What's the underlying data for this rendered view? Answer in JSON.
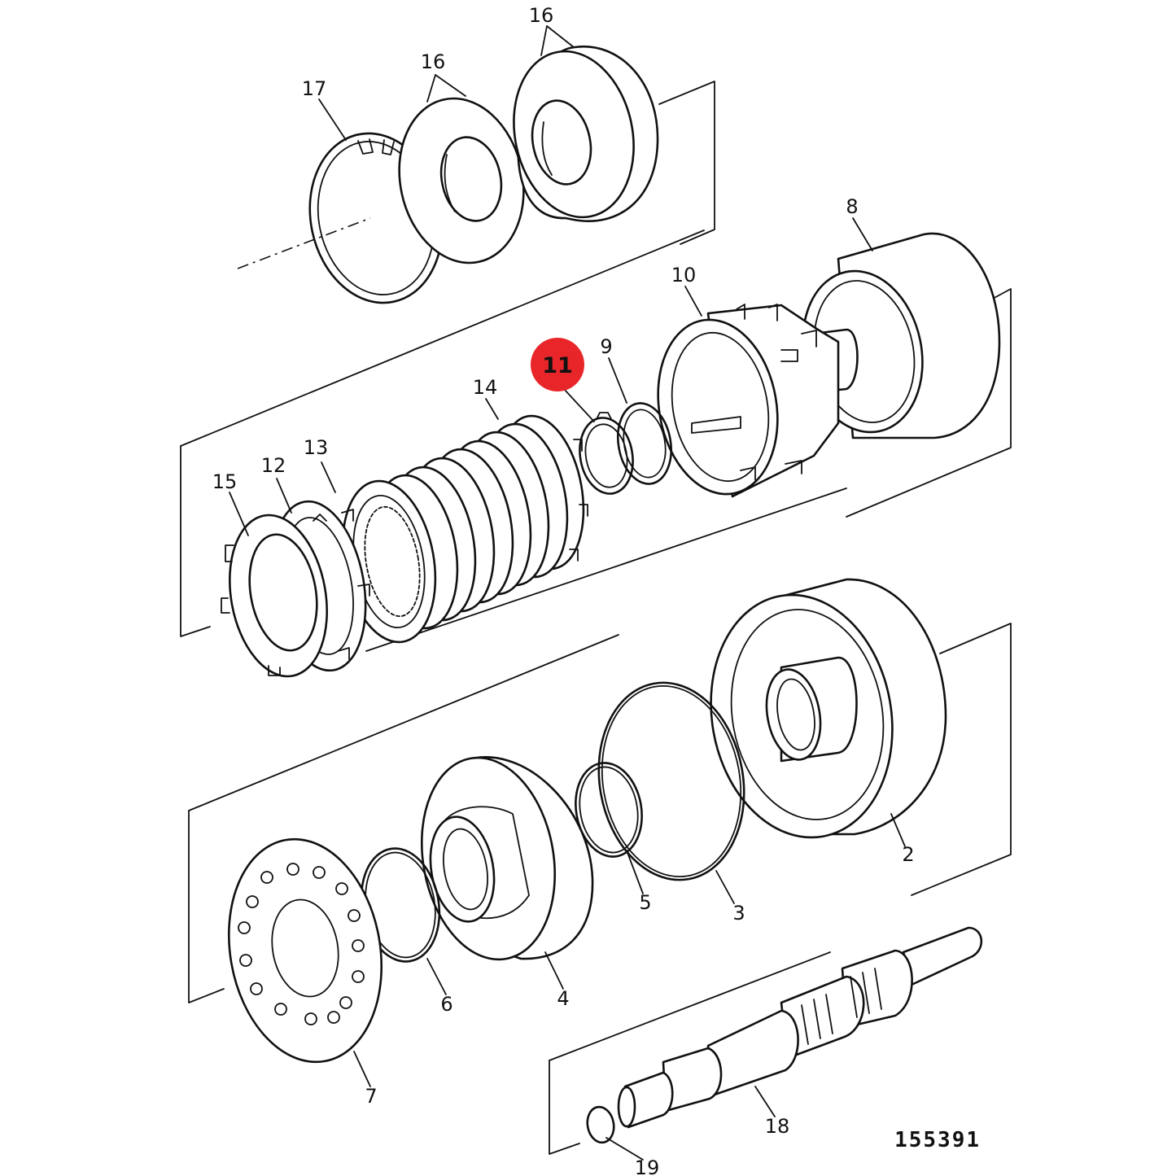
{
  "figure_number": "155391",
  "highlight_color": "#e8262a",
  "callouts": {
    "p2": "2",
    "p3": "3",
    "p4": "4",
    "p5": "5",
    "p6": "6",
    "p7": "7",
    "p8": "8",
    "p9": "9",
    "p10": "10",
    "p11": "11",
    "p12": "12",
    "p13": "13",
    "p14": "14",
    "p15": "15",
    "p16a": "16",
    "p16b": "16",
    "p17": "17",
    "p18": "18",
    "p19": "19"
  }
}
